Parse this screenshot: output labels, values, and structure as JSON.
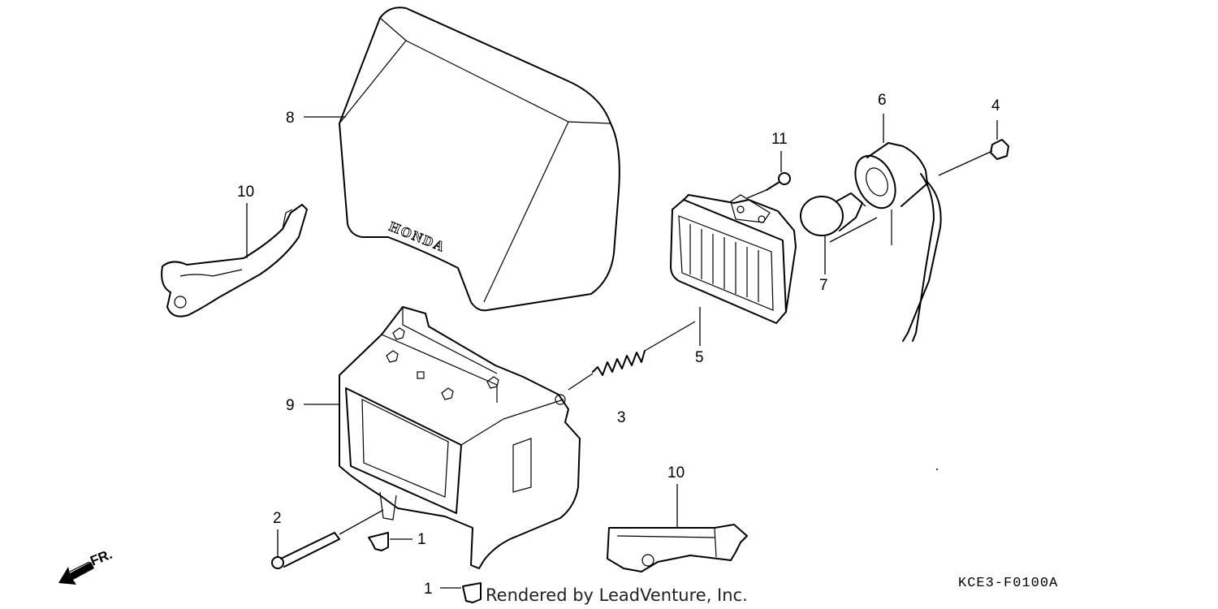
{
  "diagram": {
    "brand_text": "HONDA",
    "diagram_code": "KCE3-F0100A",
    "credit": "Rendered by LeadVenture, Inc.",
    "front_indicator": "FR.",
    "callouts": [
      {
        "id": "c1a",
        "label": "1"
      },
      {
        "id": "c1b",
        "label": "1"
      },
      {
        "id": "c2",
        "label": "2"
      },
      {
        "id": "c3",
        "label": "3"
      },
      {
        "id": "c4",
        "label": "4"
      },
      {
        "id": "c5",
        "label": "5"
      },
      {
        "id": "c6",
        "label": "6"
      },
      {
        "id": "c7",
        "label": "7"
      },
      {
        "id": "c8",
        "label": "8"
      },
      {
        "id": "c9",
        "label": "9"
      },
      {
        "id": "c10a",
        "label": "10"
      },
      {
        "id": "c10b",
        "label": "10"
      },
      {
        "id": "c11",
        "label": "11"
      }
    ]
  }
}
